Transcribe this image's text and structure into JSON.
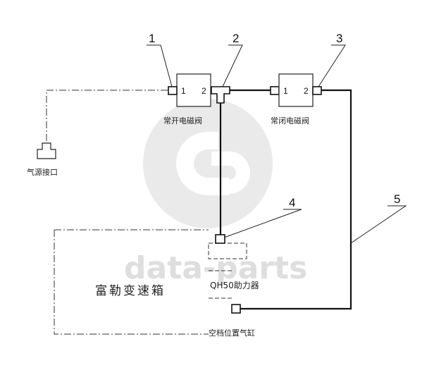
{
  "callouts": [
    "1",
    "2",
    "3",
    "4",
    "5"
  ],
  "valve_open": {
    "label": "常开电磁阀",
    "port1": "1",
    "port2": "2"
  },
  "valve_closed": {
    "label": "常闭电磁阀",
    "port1": "1",
    "port2": "2"
  },
  "air_inlet": {
    "label": "气源接口"
  },
  "gearbox": {
    "label": "富勒变速箱"
  },
  "booster": {
    "label": "QH50助力器"
  },
  "neutral_cylinder": {
    "label": "空档位置气缸"
  },
  "watermark": {
    "text": "data-parts",
    "color": "#c9c9c9"
  }
}
